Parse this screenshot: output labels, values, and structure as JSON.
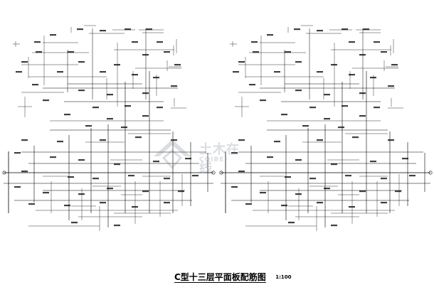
{
  "drawing": {
    "title": "C型十三层平面板配筋图",
    "scale": "1:100"
  },
  "watermark": {
    "logo_text": "土木在线",
    "logo_subtext": "COIBEI"
  },
  "plans": [
    "left-plan",
    "right-plan"
  ],
  "colors": {
    "ink": "#000000",
    "watermark": "#5a6a7a"
  }
}
